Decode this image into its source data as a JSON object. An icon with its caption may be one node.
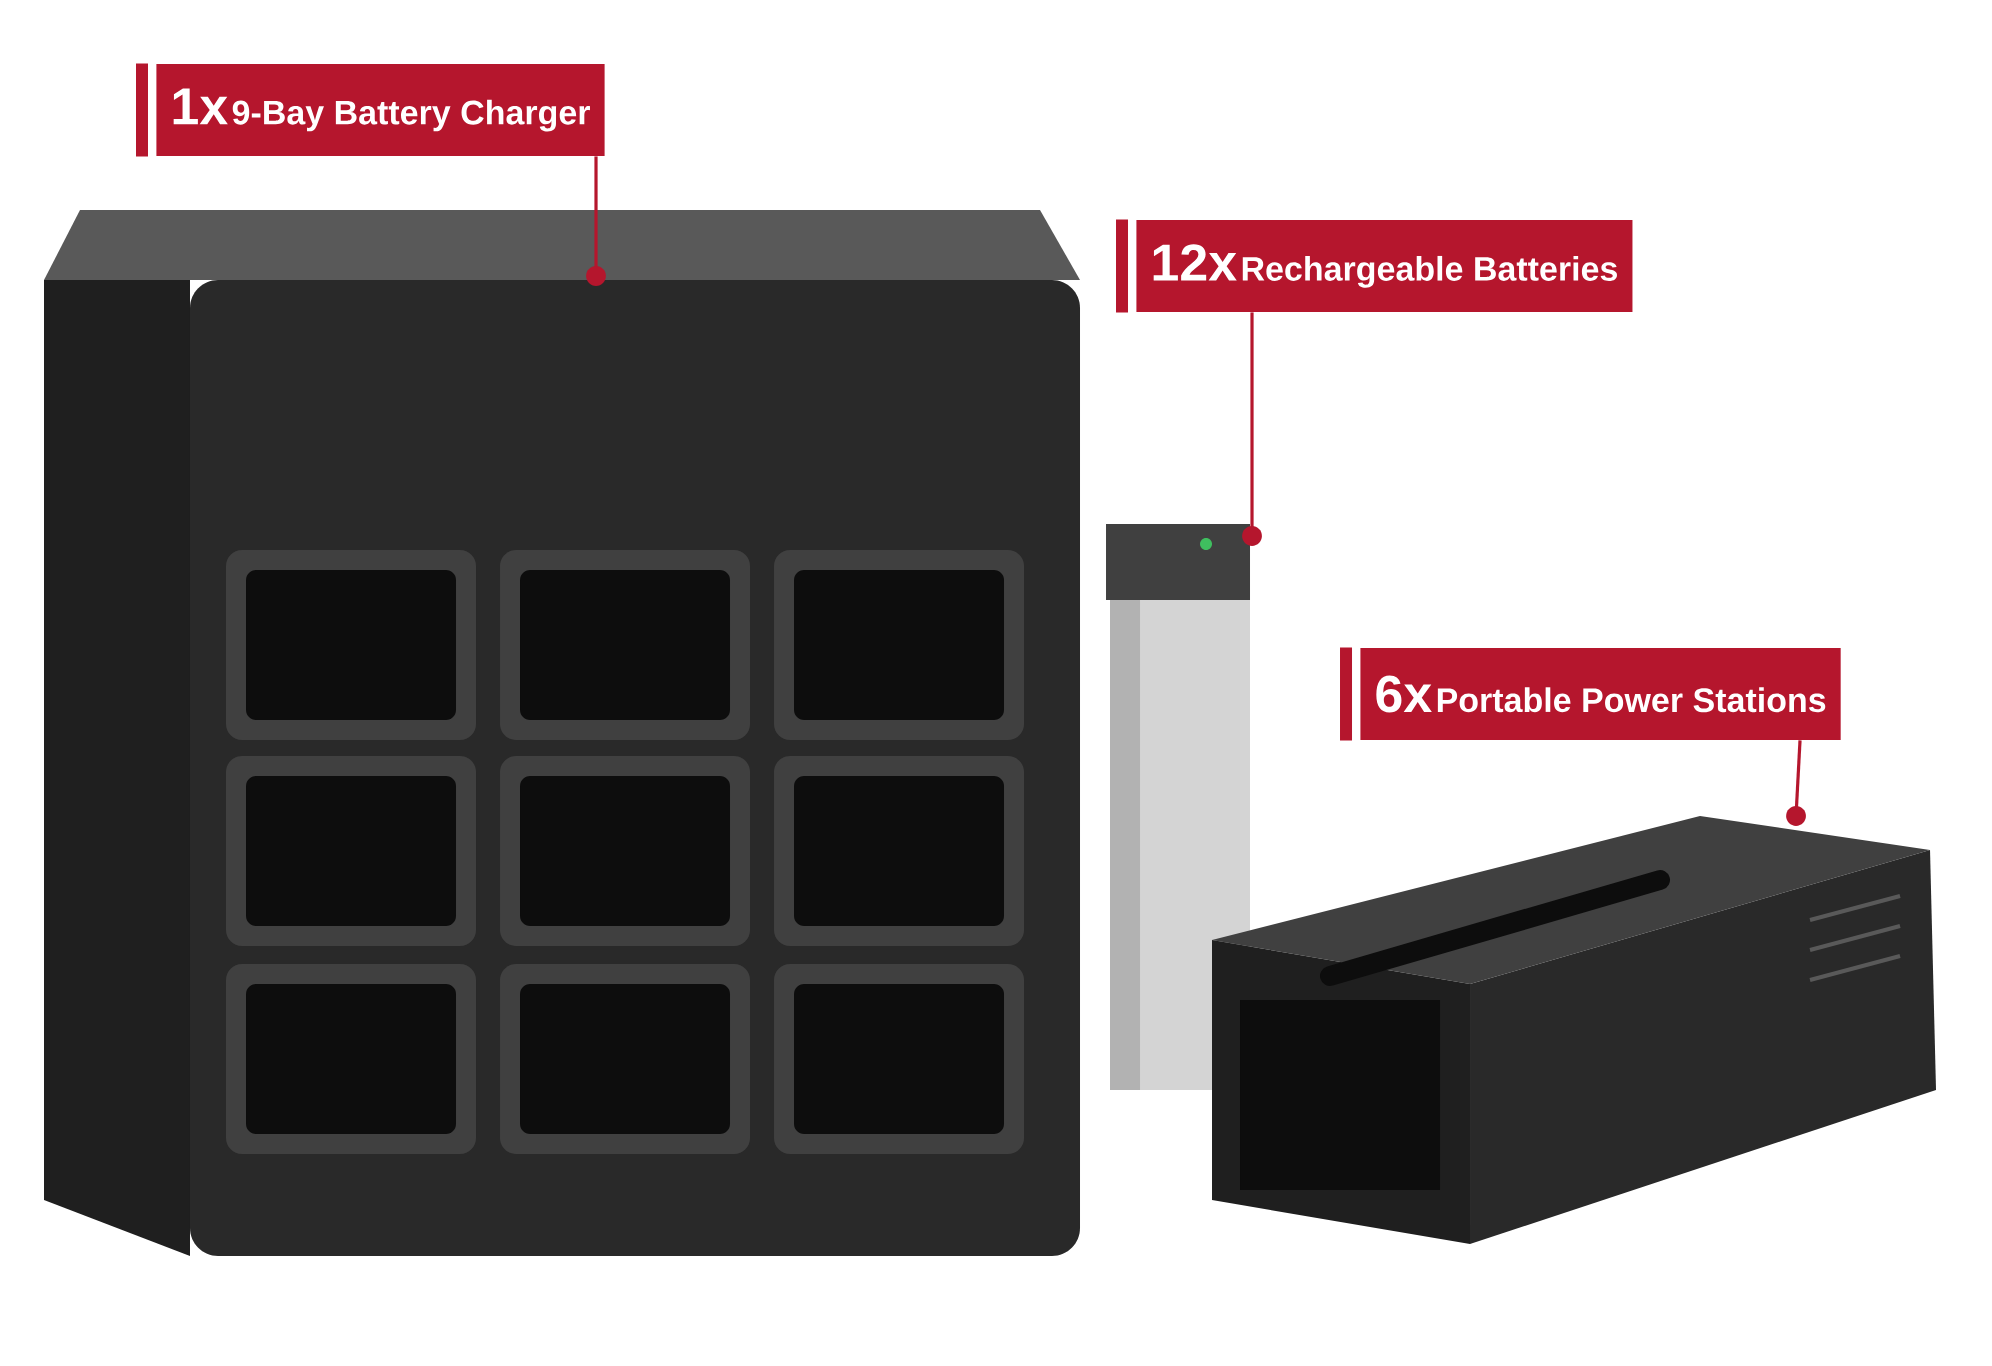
{
  "diagram": {
    "nodes": [
      {
        "text": [
          "1x",
          "9-Bay Battery Charger"
        ]
      },
      {
        "text": [
          "12x",
          "Rechargeable Batteries"
        ]
      },
      {
        "text": [
          "6x",
          "Portable Power Stations"
        ]
      },
      {
        "text": [],
        "shape": "picture"
      },
      {
        "text": [],
        "shape": "picture"
      },
      {
        "text": [],
        "shape": "picture"
      }
    ],
    "edges": [
      {
        "from": 0,
        "to": 3,
        "arrow": "other"
      },
      {
        "from": 1,
        "to": 4,
        "arrow": "other"
      },
      {
        "from": 2,
        "to": 5,
        "arrow": "other"
      }
    ]
  }
}
